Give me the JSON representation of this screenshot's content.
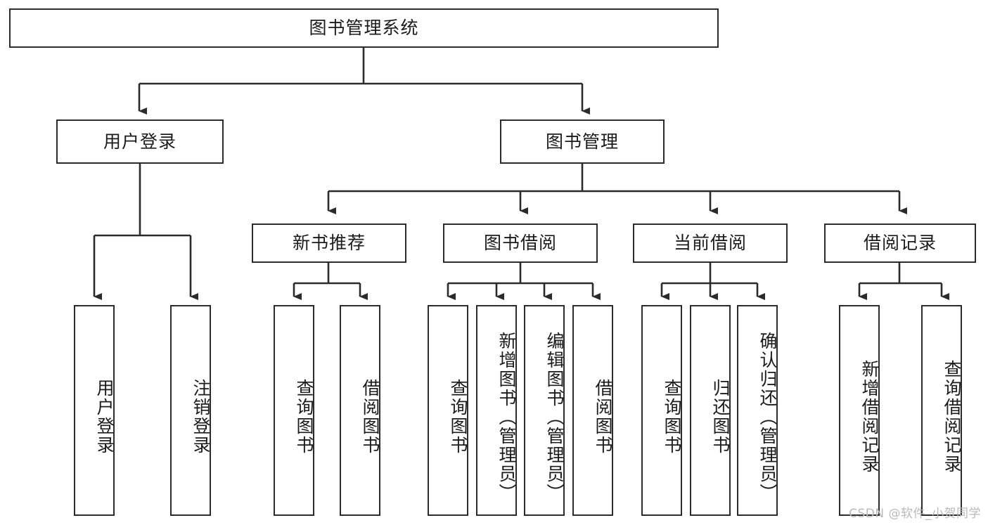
{
  "diagram": {
    "title": "图书管理系统",
    "type": "function-structure-tree",
    "accent_color": "#2b2b2b",
    "background_color": "#ffffff",
    "watermark": "CSDN @软件_小贺同学"
  },
  "nodes": {
    "root": {
      "label": "图书管理系统",
      "level": 1,
      "orientation": "horizontal"
    },
    "level2": [
      {
        "id": "user-login",
        "label": "用户登录",
        "orientation": "horizontal"
      },
      {
        "id": "book-manage",
        "label": "图书管理",
        "orientation": "horizontal"
      }
    ],
    "level3": [
      {
        "id": "new-book-recommend",
        "label": "新书推荐",
        "orientation": "horizontal"
      },
      {
        "id": "book-borrow",
        "label": "图书借阅",
        "orientation": "horizontal"
      },
      {
        "id": "current-borrow",
        "label": "当前借阅",
        "orientation": "horizontal"
      },
      {
        "id": "borrow-record",
        "label": "借阅记录",
        "orientation": "horizontal"
      }
    ],
    "leaves": {
      "user-login": [
        {
          "id": "leaf-user-login",
          "label": "用户登录",
          "orientation": "vertical"
        },
        {
          "id": "leaf-logout-login",
          "label": "注销登录",
          "orientation": "vertical"
        }
      ],
      "new-book-recommend": [
        {
          "id": "leaf-query-book-1",
          "label": "查询图书",
          "orientation": "vertical"
        },
        {
          "id": "leaf-borrow-book-1",
          "label": "借阅图书",
          "orientation": "vertical"
        }
      ],
      "book-borrow": [
        {
          "id": "leaf-query-book-2",
          "label": "查询图书",
          "orientation": "vertical"
        },
        {
          "id": "leaf-add-book",
          "label": "新增图书（管理员）",
          "orientation": "vertical"
        },
        {
          "id": "leaf-edit-book",
          "label": "编辑图书（管理员）",
          "orientation": "vertical"
        },
        {
          "id": "leaf-borrow-book-2",
          "label": "借阅图书",
          "orientation": "vertical"
        }
      ],
      "current-borrow": [
        {
          "id": "leaf-query-book-3",
          "label": "查询图书",
          "orientation": "vertical"
        },
        {
          "id": "leaf-return-book",
          "label": "归还图书",
          "orientation": "vertical"
        },
        {
          "id": "leaf-confirm-return",
          "label": "确认归还（管理员）",
          "orientation": "vertical"
        }
      ],
      "borrow-record": [
        {
          "id": "leaf-add-record",
          "label": "新增借阅记录",
          "orientation": "vertical"
        },
        {
          "id": "leaf-query-record",
          "label": "查询借阅记录",
          "orientation": "vertical"
        }
      ]
    }
  }
}
